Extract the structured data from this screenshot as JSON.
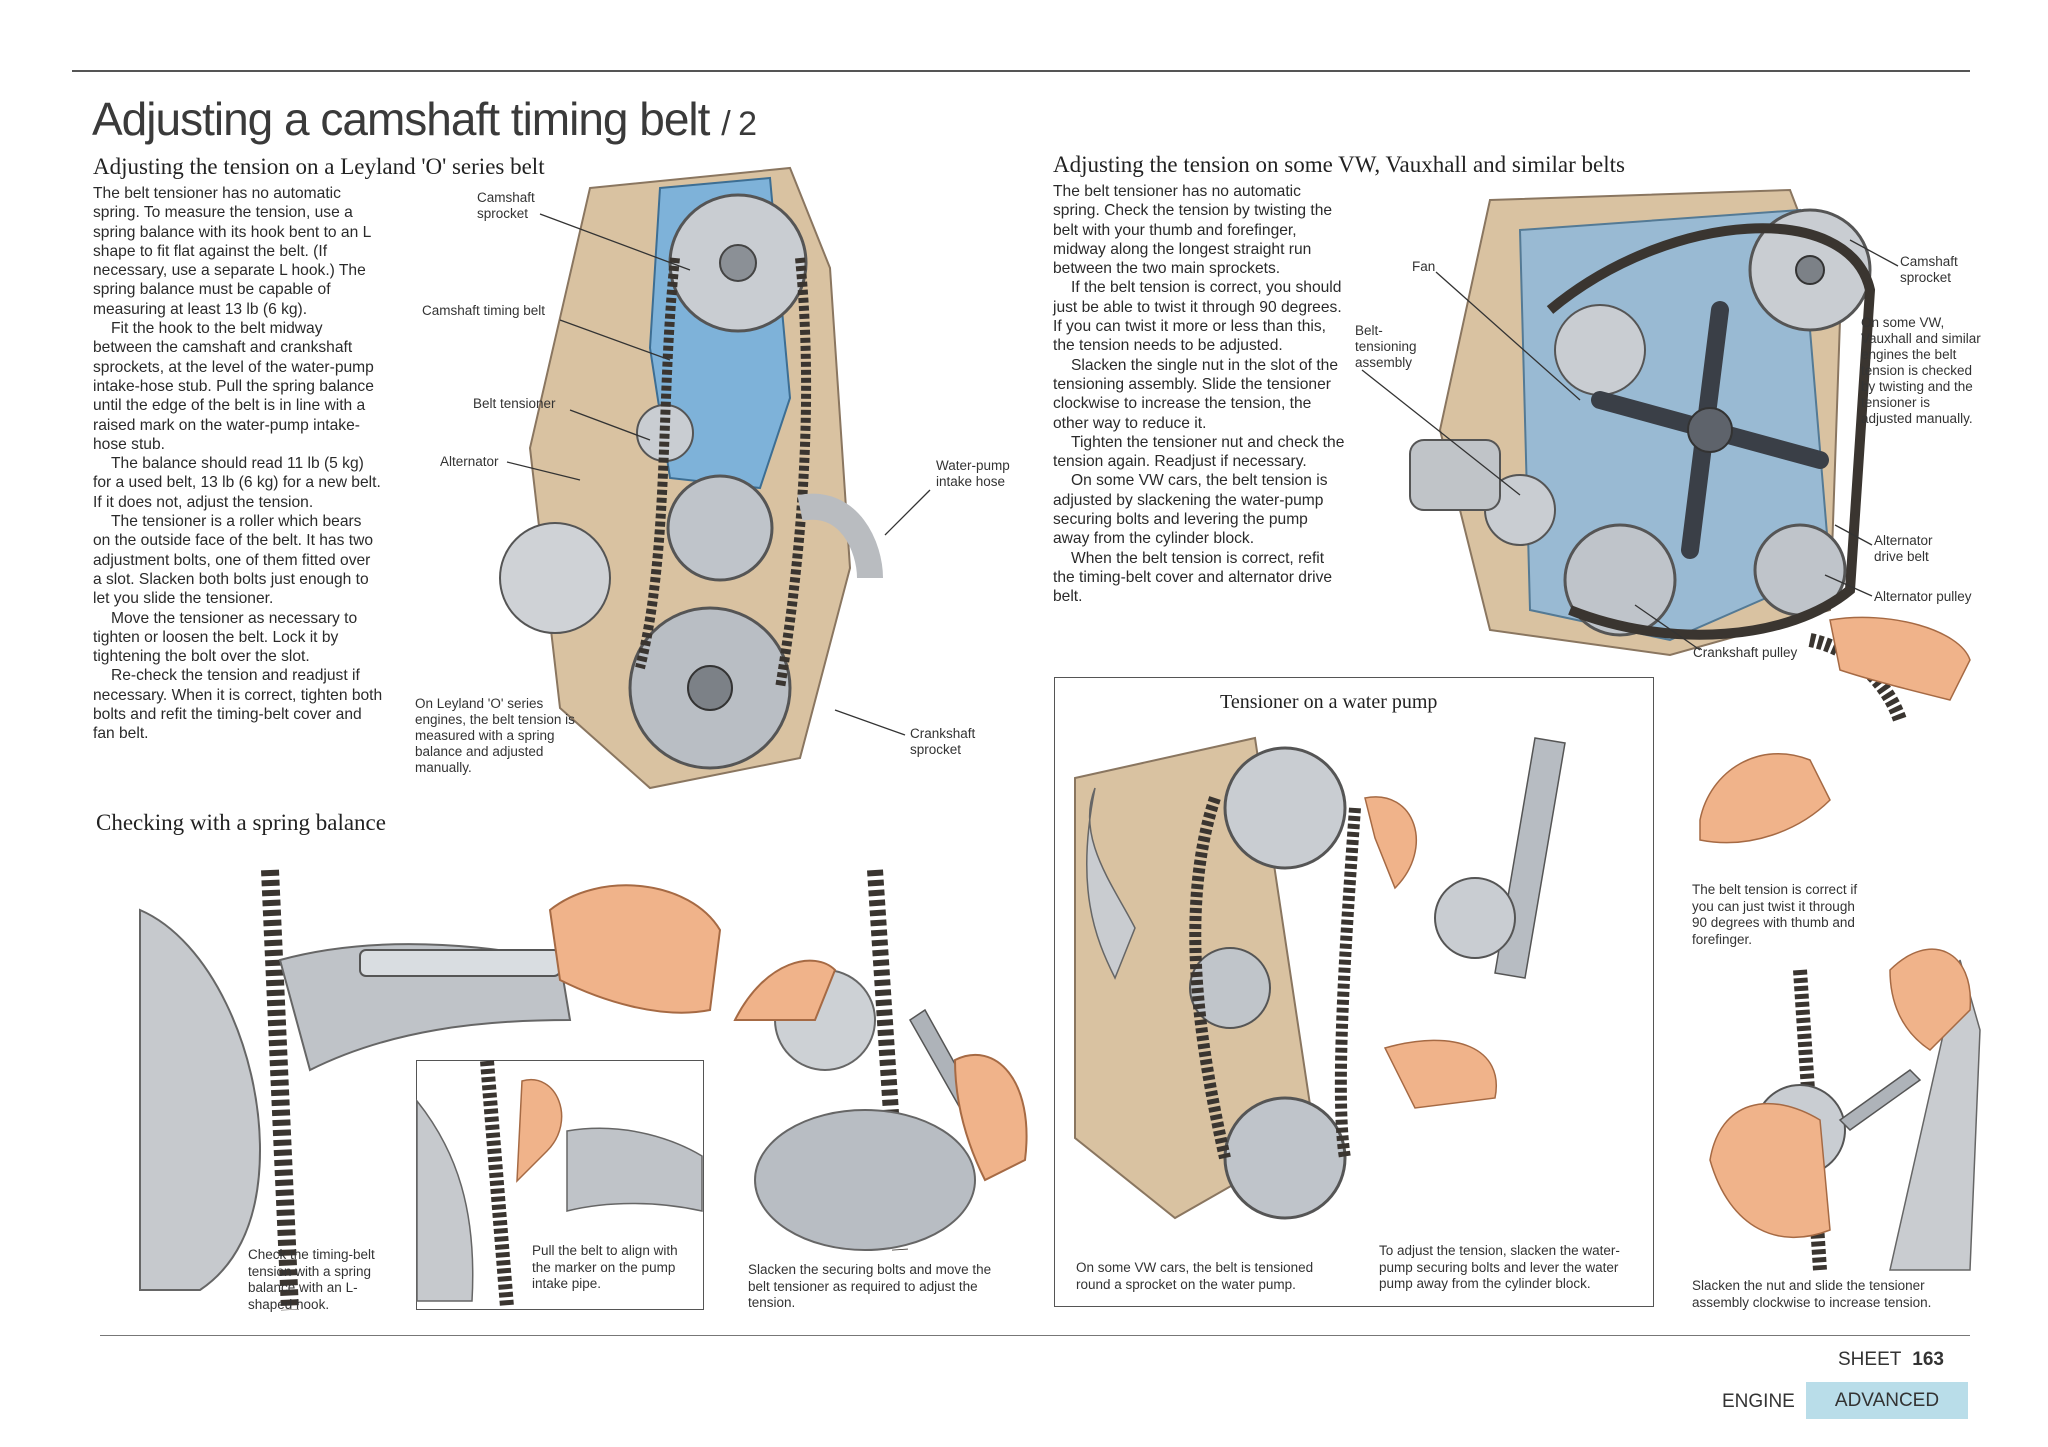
{
  "page": {
    "title": "Adjusting a camshaft timing belt",
    "title_part": "/ 2"
  },
  "left": {
    "heading": "Adjusting the tension on a Leyland 'O' series belt",
    "paragraphs": [
      "The belt tensioner has no automatic spring. To measure the tension, use a spring balance with its hook bent to an L shape to fit flat against the belt. (If necessary, use a separate L hook.) The spring balance must be capable of measuring at least 13 lb (6 kg).",
      "Fit the hook to the belt midway between the camshaft and crankshaft sprockets, at the level of the water-pump intake-hose stub. Pull the spring balance until the edge of the belt is in line with a raised mark on the water-pump intake-hose stub.",
      "The balance should read 11 lb (5 kg) for a used belt, 13 lb (6 kg) for a new belt. If it does not, adjust the tension.",
      "The tensioner is a roller which bears on the outside face of the belt. It has two adjustment bolts, one of them fitted over a slot. Slacken both bolts just enough to let you slide the tensioner.",
      "Move the tensioner as necessary to tighten or loosen the belt. Lock it by tightening the bolt over the slot.",
      "Re-check the tension and readjust if necessary. When it is correct, tighten both bolts and refit the timing-belt cover and fan belt."
    ],
    "labels": {
      "camshaft_sprocket": "Camshaft sprocket",
      "camshaft_timing_belt": "Camshaft timing belt",
      "belt_tensioner": "Belt tensioner",
      "alternator": "Alternator",
      "water_pump_intake_hose": "Water-pump intake hose",
      "crankshaft_sprocket": "Crankshaft sprocket",
      "leyland_note": "On Leyland 'O' series engines, the belt tension is measured with a spring balance and adjusted manually."
    }
  },
  "spring": {
    "heading": "Checking with a spring balance",
    "captions": {
      "check": "Check the timing-belt tension with a spring balance with an L-shaped hook.",
      "pull": "Pull the belt to align with the marker on the pump intake pipe.",
      "slacken": "Slacken the securing bolts and move the belt tensioner as required to adjust the tension."
    }
  },
  "right": {
    "heading": "Adjusting the tension on some VW, Vauxhall and similar belts",
    "paragraphs": [
      "The belt tensioner has no automatic spring. Check the tension by twisting the belt with your thumb and forefinger, midway along the longest straight run between the two main sprockets.",
      "If the belt tension is correct, you should just be able to twist it through 90 degrees. If you can twist it more or less than this, the tension needs to be adjusted.",
      "Slacken the single nut in the slot of the tensioning assembly. Slide the tensioner clockwise to increase the tension, the other way to reduce it.",
      "Tighten the tensioner nut and check the tension again. Readjust if necessary.",
      "On some VW cars, the belt tension is adjusted by slackening the water-pump securing bolts and levering the pump away from the cylinder block.",
      "When the belt tension is correct, refit the timing-belt cover and alternator drive belt."
    ],
    "labels": {
      "fan": "Fan",
      "belt_tensioning_assembly": "Belt-tensioning assembly",
      "camshaft_sprocket": "Camshaft sprocket",
      "vw_note": "On some VW, Vauxhall and similar engines the belt tension is checked by twisting and the tensioner is adjusted manually.",
      "alternator_drive_belt": "Alternator drive belt",
      "alternator_pulley": "Alternator pulley",
      "crankshaft_pulley": "Crankshaft pulley"
    }
  },
  "pump": {
    "heading": "Tensioner on a water pump",
    "captions": {
      "vw_sprocket": "On some VW cars, the belt is tensioned round a sprocket on the water pump.",
      "adjust": "To adjust the tension, slacken the water-pump securing bolts and lever the water pump away from the cylinder block."
    }
  },
  "twist": {
    "captions": {
      "correct": "The belt tension is correct if you can just twist it through 90 degrees with thumb and forefinger.",
      "slacken_nut": "Slacken the nut and slide the tensioner assembly clockwise to increase tension."
    }
  },
  "footer": {
    "sheet_label": "SHEET",
    "sheet_number": "163",
    "section": "ENGINE",
    "level": "ADVANCED",
    "level_color": "#b9dde9"
  }
}
